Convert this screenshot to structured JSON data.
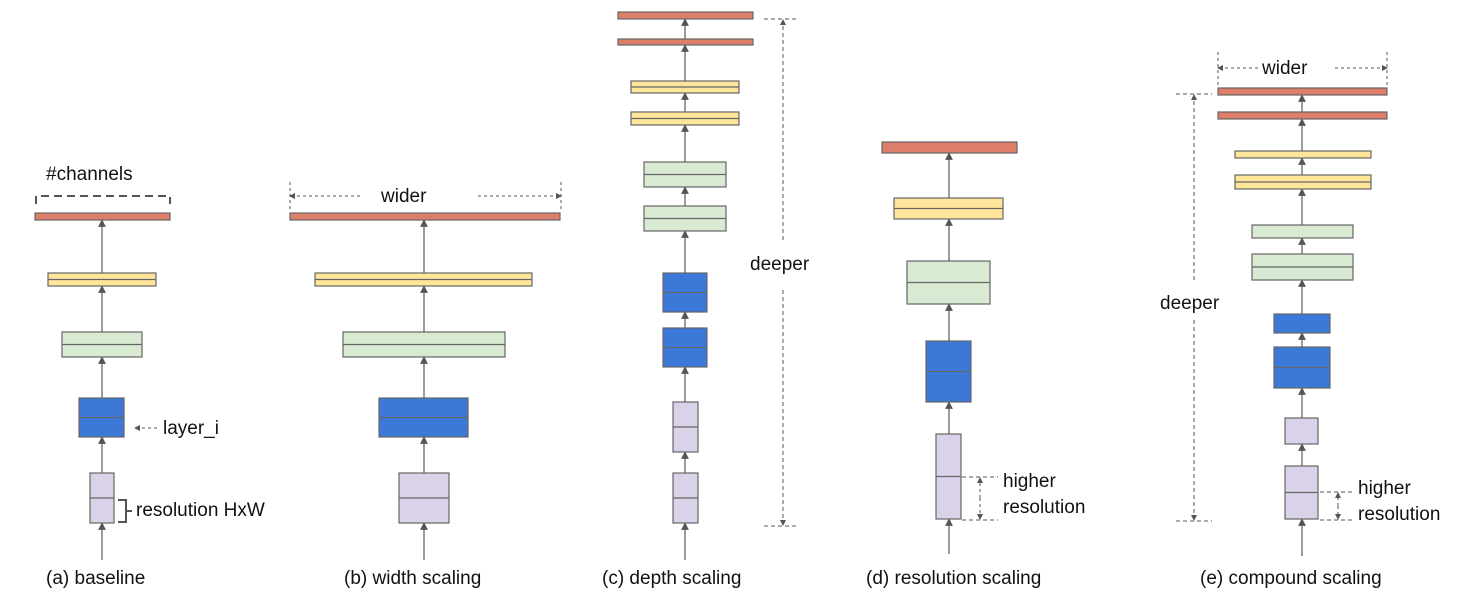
{
  "colors": {
    "red": "#dd7e6b",
    "yellow": "#ffe599",
    "green": "#d9ead3",
    "blue": "#3c78d8",
    "purple": "#d9d2e9",
    "stroke": "#666666",
    "dashed": "#666666"
  },
  "panels": [
    {
      "id": "a",
      "caption": "(a) baseline",
      "annotations": {
        "top": "#channels",
        "layer": "layer_i",
        "res": "resolution HxW"
      }
    },
    {
      "id": "b",
      "caption": "(b) width scaling",
      "annotations": {
        "top": "wider"
      }
    },
    {
      "id": "c",
      "caption": "(c) depth scaling",
      "annotations": {
        "side": "deeper"
      }
    },
    {
      "id": "d",
      "caption": "(d) resolution scaling",
      "annotations": {
        "res1": "higher",
        "res2": "resolution"
      }
    },
    {
      "id": "e",
      "caption": "(e) compound scaling",
      "annotations": {
        "top": "wider",
        "side": "deeper",
        "res1": "higher",
        "res2": "resolution"
      }
    }
  ]
}
